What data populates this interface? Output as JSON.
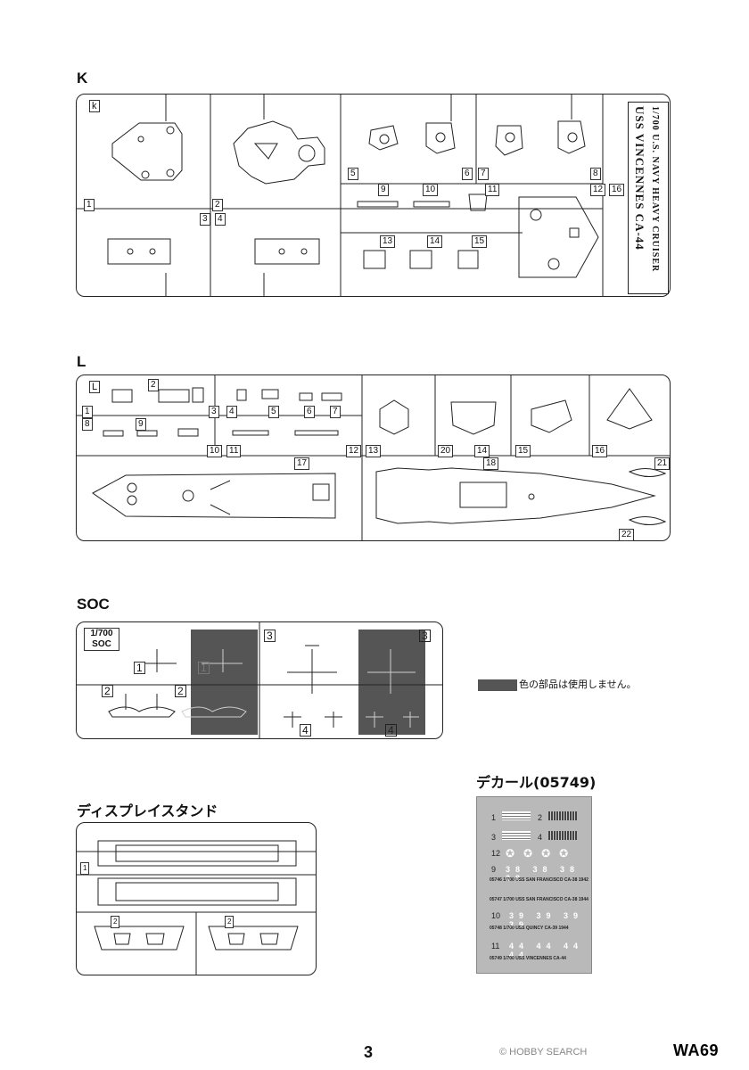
{
  "sections": {
    "k_title": "K",
    "l_title": "L",
    "soc_title": "SOC",
    "stand_title": "ディスプレイスタンド",
    "decal_title": "デカール(05749)"
  },
  "k_sprue": {
    "corner_label": "k",
    "side_title_line1": "1/700 U.S. NAVY HEAVY CRUISER",
    "side_title_line2": "USS VINCENNES CA-44",
    "part_numbers": [
      "1",
      "2",
      "3",
      "4",
      "5",
      "6",
      "7",
      "8",
      "9",
      "10",
      "11",
      "12",
      "13",
      "14",
      "15",
      "16"
    ]
  },
  "l_sprue": {
    "corner_label": "L",
    "part_numbers": [
      "1",
      "2",
      "3",
      "4",
      "5",
      "6",
      "7",
      "8",
      "9",
      "10",
      "11",
      "12",
      "13",
      "14",
      "15",
      "16",
      "17",
      "18",
      "20",
      "21",
      "22"
    ]
  },
  "soc_sprue": {
    "corner_label": "1/700 SOC",
    "part_numbers": [
      "1",
      "2",
      "3",
      "4"
    ]
  },
  "soc_note": "色の部品は使用しません。",
  "stand_sprue": {
    "part_numbers": [
      "1",
      "2",
      "2"
    ]
  },
  "decal": {
    "rows": [
      {
        "n": "1",
        "n2": "2"
      },
      {
        "n": "3",
        "n2": "4"
      },
      {
        "n": "12"
      }
    ],
    "codes": [
      {
        "label": "9",
        "numbers": "38 38 38 38",
        "caption": "05746 1/700 USS SAN FRANCISCO CA-38 1942"
      },
      {
        "caption": "05747 1/700 USS SAN FRANCISCO CA-38 1944"
      },
      {
        "label": "10",
        "numbers": "39 39 39 39",
        "caption": "05748 1/700 USS QUINCY CA-39 1944"
      },
      {
        "label": "11",
        "numbers": "44 44 44 44",
        "caption": "05749 1/700 USS VINCENNES CA-44"
      }
    ]
  },
  "footer": {
    "page": "3",
    "code": "WA69",
    "watermark": "© HOBBY SEARCH"
  },
  "colors": {
    "line": "#222222",
    "unused_part": "#555555",
    "decal_bg": "#b9b9b9"
  }
}
